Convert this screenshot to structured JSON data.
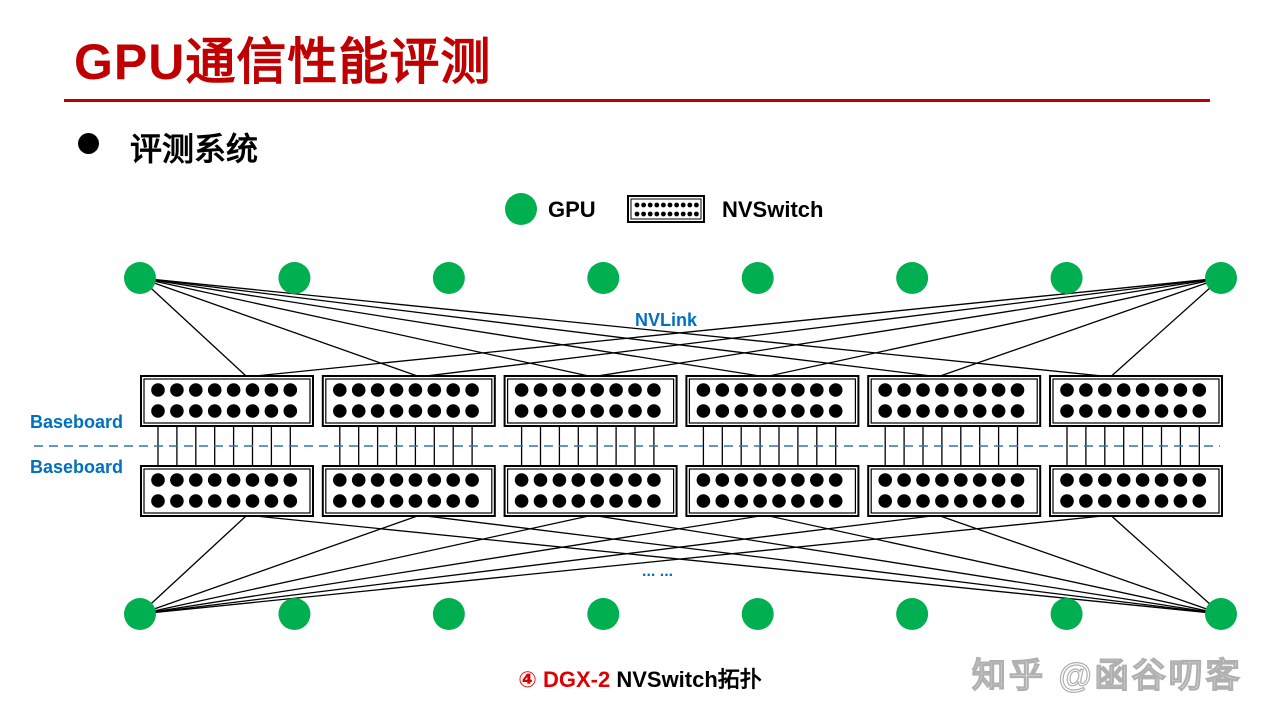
{
  "slide": {
    "title": "GPU通信性能评测",
    "bullet": "评测系统"
  },
  "legend": {
    "gpu_label": "GPU",
    "switch_label": "NVSwitch"
  },
  "diagram": {
    "nvlink_label": "NVLink",
    "baseboard_top_label": "Baseboard",
    "baseboard_bottom_label": "Baseboard",
    "ellipsis_label": "... ...",
    "gpus_per_row": 8,
    "switches_per_baseboard": 6,
    "ports_per_switch_row": 8,
    "colors": {
      "gpu": "#00b050",
      "title": "#c00000",
      "label_blue": "#0070c0",
      "caption_red": "#e00000"
    }
  },
  "caption": {
    "number": "④",
    "model": "DGX-2",
    "text": "NVSwitch拓扑"
  },
  "watermark": {
    "text": "知乎 @函谷叨客"
  }
}
